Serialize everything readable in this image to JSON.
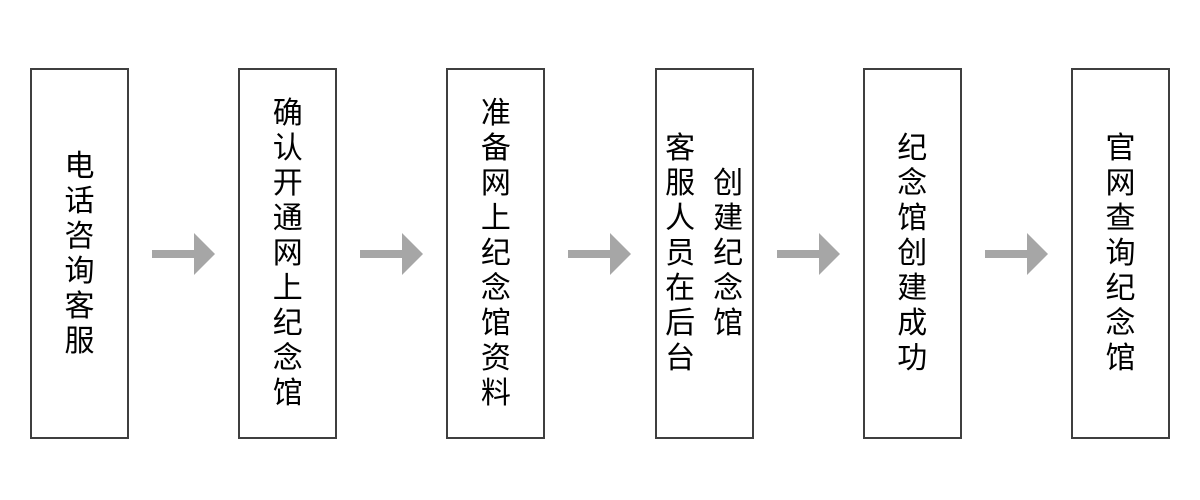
{
  "flowchart": {
    "background_color": "#ffffff",
    "box_border_color": "#3f3f3f",
    "text_color": "#000000",
    "arrow_color": "#a6a6a6",
    "icons": {
      "connector": "arrow-right-icon"
    },
    "steps": [
      {
        "text": "电话咨询客服",
        "lines": [
          "电话咨询客服"
        ]
      },
      {
        "text": "确认开通网上纪念馆",
        "lines": [
          "确认开通网上纪念馆"
        ]
      },
      {
        "text": "准备网上纪念馆资料",
        "lines": [
          "准备网上纪念馆资料"
        ]
      },
      {
        "text": "客服人员在后台创建纪念馆",
        "lines": [
          "客服人员在后台",
          "创建纪念馆"
        ]
      },
      {
        "text": "纪念馆创建成功",
        "lines": [
          "纪念馆创建成功"
        ]
      },
      {
        "text": "官网查询纪念馆",
        "lines": [
          "官网查询纪念馆"
        ]
      }
    ]
  }
}
